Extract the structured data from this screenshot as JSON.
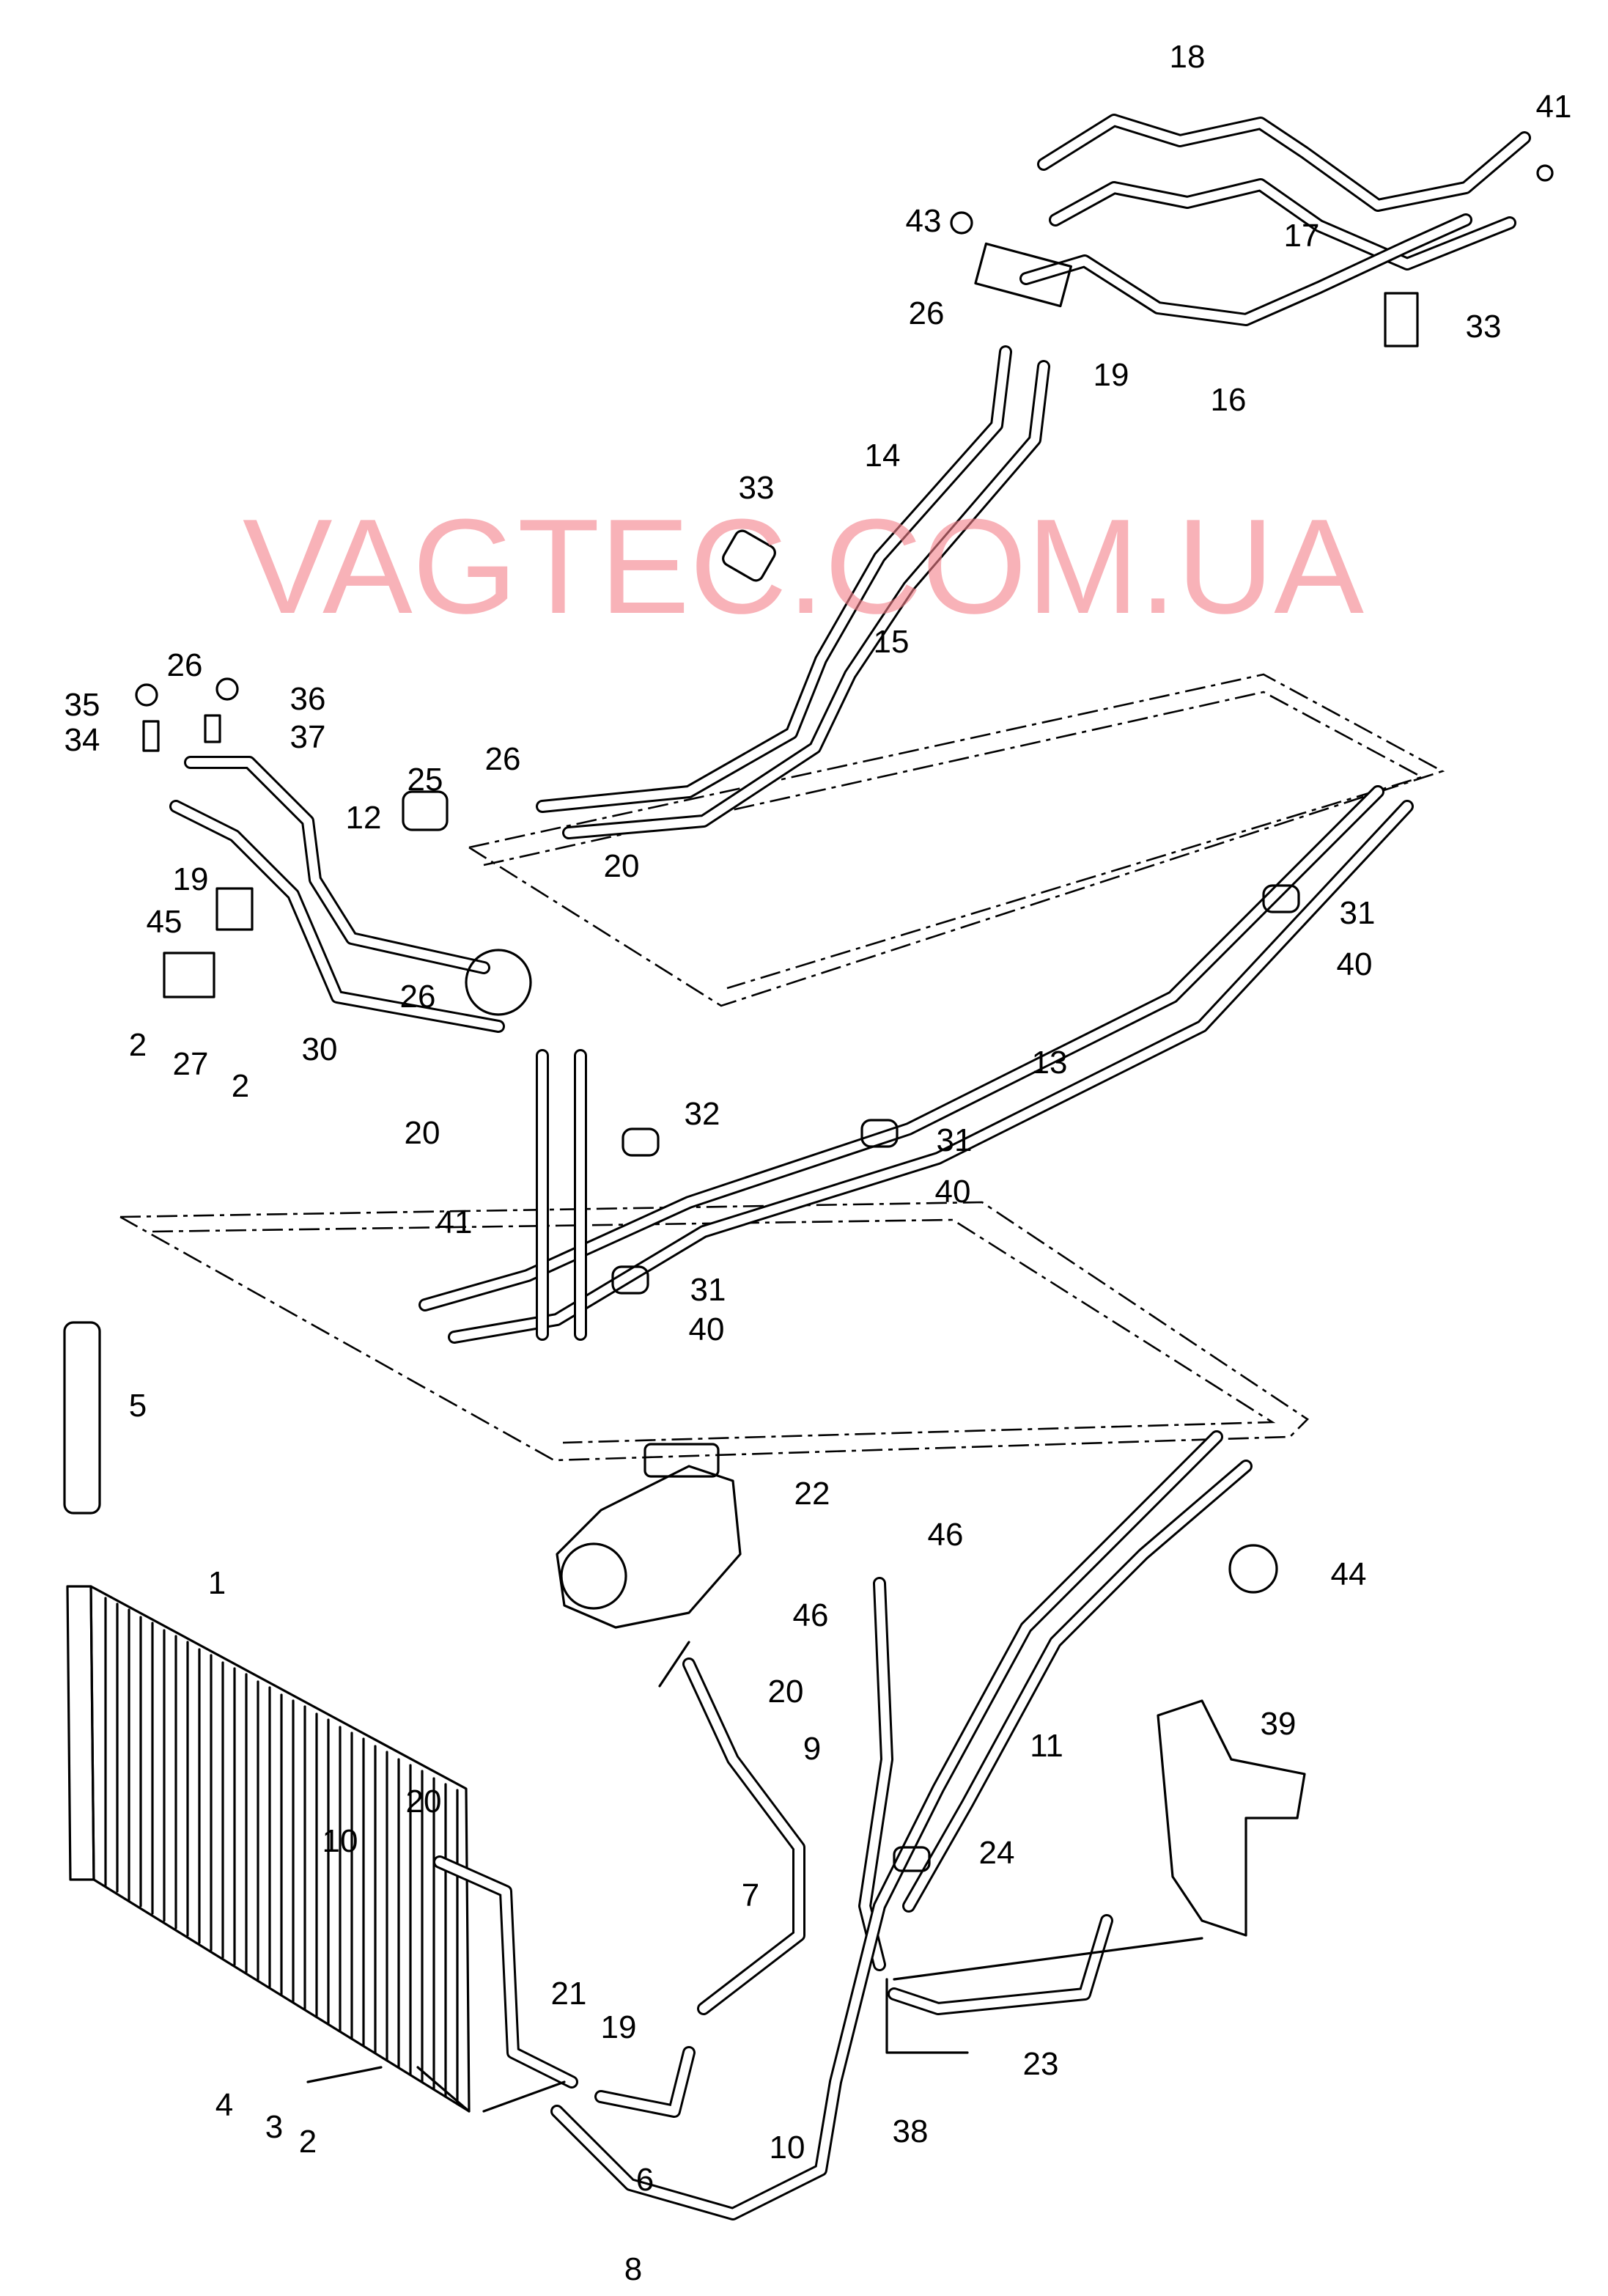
{
  "diagram": {
    "watermark": "VAGTEC.COM.UA",
    "callouts": [
      "18",
      "41",
      "43",
      "17",
      "26",
      "19",
      "33",
      "16",
      "14",
      "33",
      "15",
      "26",
      "35",
      "36",
      "34",
      "37",
      "26",
      "12",
      "25",
      "19",
      "20",
      "45",
      "31",
      "40",
      "2",
      "27",
      "2",
      "30",
      "26",
      "13",
      "20",
      "32",
      "31",
      "40",
      "41",
      "31",
      "40",
      "5",
      "22",
      "46",
      "44",
      "1",
      "46",
      "20",
      "9",
      "11",
      "39",
      "20",
      "10",
      "24",
      "7",
      "21",
      "19",
      "23",
      "4",
      "3",
      "2",
      "6",
      "10",
      "38",
      "8"
    ]
  }
}
